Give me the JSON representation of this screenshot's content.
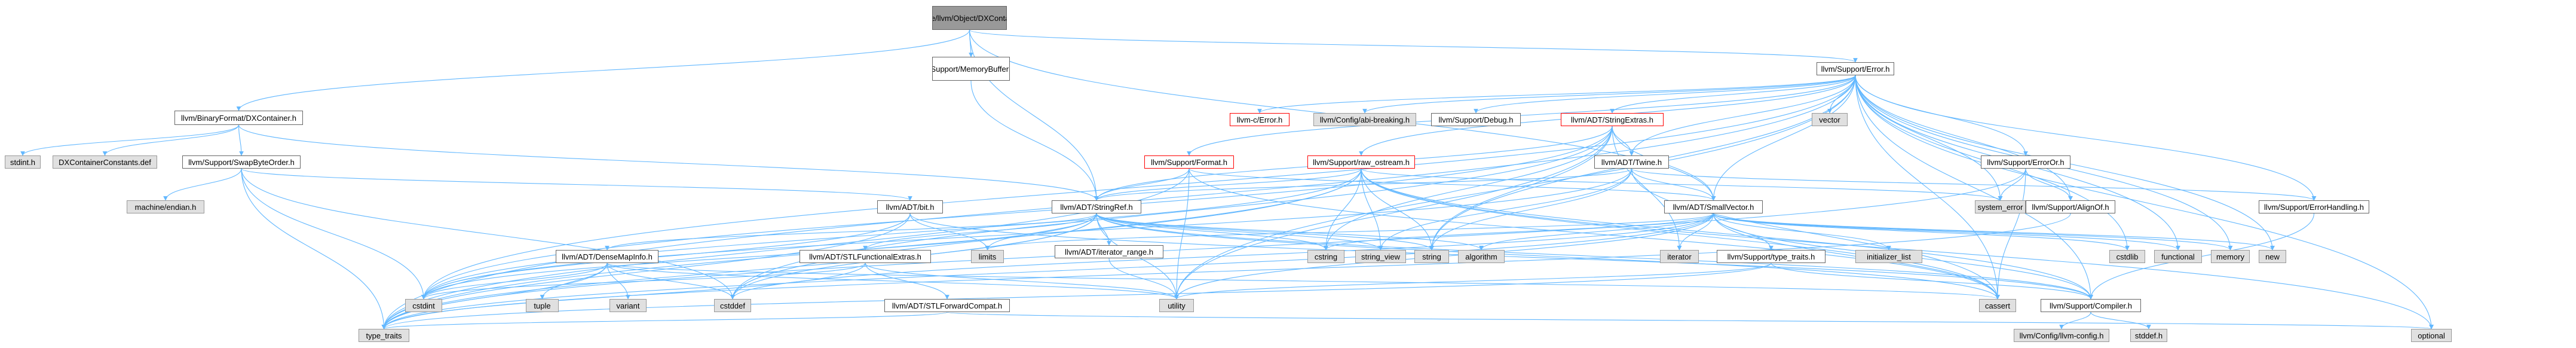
{
  "diagram": {
    "nodes": [
      {
        "id": "root",
        "label": "include/llvm/Object/DXContainer.h",
        "kind": "root"
      },
      {
        "id": "bfdx",
        "label": "llvm/BinaryFormat/DXContainer.h",
        "kind": "normal"
      },
      {
        "id": "membuf",
        "label": "llvm/Support/MemoryBufferRef.h",
        "kind": "normal"
      },
      {
        "id": "error",
        "label": "llvm/Support/Error.h",
        "kind": "normal"
      },
      {
        "id": "stdint",
        "label": "stdint.h",
        "kind": "system"
      },
      {
        "id": "dxconst",
        "label": "DXContainerConstants.def",
        "kind": "system"
      },
      {
        "id": "swapbyte",
        "label": "llvm/Support/SwapByteOrder.h",
        "kind": "normal"
      },
      {
        "id": "endian",
        "label": "machine/endian.h",
        "kind": "system"
      },
      {
        "id": "llvmc_error",
        "label": "llvm-c/Error.h",
        "kind": "red"
      },
      {
        "id": "abi",
        "label": "llvm/Config/abi-breaking.h",
        "kind": "system"
      },
      {
        "id": "debug",
        "label": "llvm/Support/Debug.h",
        "kind": "normal"
      },
      {
        "id": "strextras",
        "label": "llvm/ADT/StringExtras.h",
        "kind": "red"
      },
      {
        "id": "vector",
        "label": "vector",
        "kind": "system"
      },
      {
        "id": "format",
        "label": "llvm/Support/Format.h",
        "kind": "red"
      },
      {
        "id": "rawostream",
        "label": "llvm/Support/raw_ostream.h",
        "kind": "red"
      },
      {
        "id": "twine",
        "label": "llvm/ADT/Twine.h",
        "kind": "normal"
      },
      {
        "id": "erroror",
        "label": "llvm/Support/ErrorOr.h",
        "kind": "normal"
      },
      {
        "id": "bit",
        "label": "llvm/ADT/bit.h",
        "kind": "normal"
      },
      {
        "id": "stringref",
        "label": "llvm/ADT/StringRef.h",
        "kind": "normal"
      },
      {
        "id": "smallvec",
        "label": "llvm/ADT/SmallVector.h",
        "kind": "normal"
      },
      {
        "id": "alignof",
        "label": "llvm/Support/AlignOf.h",
        "kind": "normal"
      },
      {
        "id": "errhandling",
        "label": "llvm/Support/ErrorHandling.h",
        "kind": "normal"
      },
      {
        "id": "sys_error",
        "label": "system_error",
        "kind": "system"
      },
      {
        "id": "densemap",
        "label": "llvm/ADT/DenseMapInfo.h",
        "kind": "normal"
      },
      {
        "id": "stlfunc",
        "label": "llvm/ADT/STLFunctionalExtras.h",
        "kind": "normal"
      },
      {
        "id": "iterrange",
        "label": "llvm/ADT/iterator_range.h",
        "kind": "normal"
      },
      {
        "id": "stlforward",
        "label": "llvm/ADT/STLForwardCompat.h",
        "kind": "normal"
      },
      {
        "id": "typetraits_llvm",
        "label": "llvm/Support/type_traits.h",
        "kind": "normal"
      },
      {
        "id": "compiler",
        "label": "llvm/Support/Compiler.h",
        "kind": "normal"
      },
      {
        "id": "llvmconfig",
        "label": "llvm/Config/llvm-config.h",
        "kind": "system"
      },
      {
        "id": "stddef",
        "label": "stddef.h",
        "kind": "system"
      },
      {
        "id": "cstdint",
        "label": "cstdint",
        "kind": "system"
      },
      {
        "id": "tuple",
        "label": "tuple",
        "kind": "system"
      },
      {
        "id": "variant",
        "label": "variant",
        "kind": "system"
      },
      {
        "id": "cstddef",
        "label": "cstddef",
        "kind": "system"
      },
      {
        "id": "limits",
        "label": "limits",
        "kind": "system"
      },
      {
        "id": "cstring",
        "label": "cstring",
        "kind": "system"
      },
      {
        "id": "string_view",
        "label": "string_view",
        "kind": "system"
      },
      {
        "id": "string",
        "label": "string",
        "kind": "system"
      },
      {
        "id": "algorithm",
        "label": "algorithm",
        "kind": "system"
      },
      {
        "id": "iterator",
        "label": "iterator",
        "kind": "system"
      },
      {
        "id": "init_list",
        "label": "initializer_list",
        "kind": "system"
      },
      {
        "id": "cstdlib",
        "label": "cstdlib",
        "kind": "system"
      },
      {
        "id": "functional",
        "label": "functional",
        "kind": "system"
      },
      {
        "id": "memory",
        "label": "memory",
        "kind": "system"
      },
      {
        "id": "new",
        "label": "new",
        "kind": "system"
      },
      {
        "id": "utility",
        "label": "utility",
        "kind": "system"
      },
      {
        "id": "cassert",
        "label": "cassert",
        "kind": "system"
      },
      {
        "id": "type_traits",
        "label": "type_traits",
        "kind": "system"
      },
      {
        "id": "optional",
        "label": "optional",
        "kind": "system"
      }
    ],
    "colors": {
      "edge": "#63b8ff",
      "root_fill": "#999999",
      "system_fill": "#e0e0e0",
      "highlight_border": "#ff0000"
    }
  }
}
